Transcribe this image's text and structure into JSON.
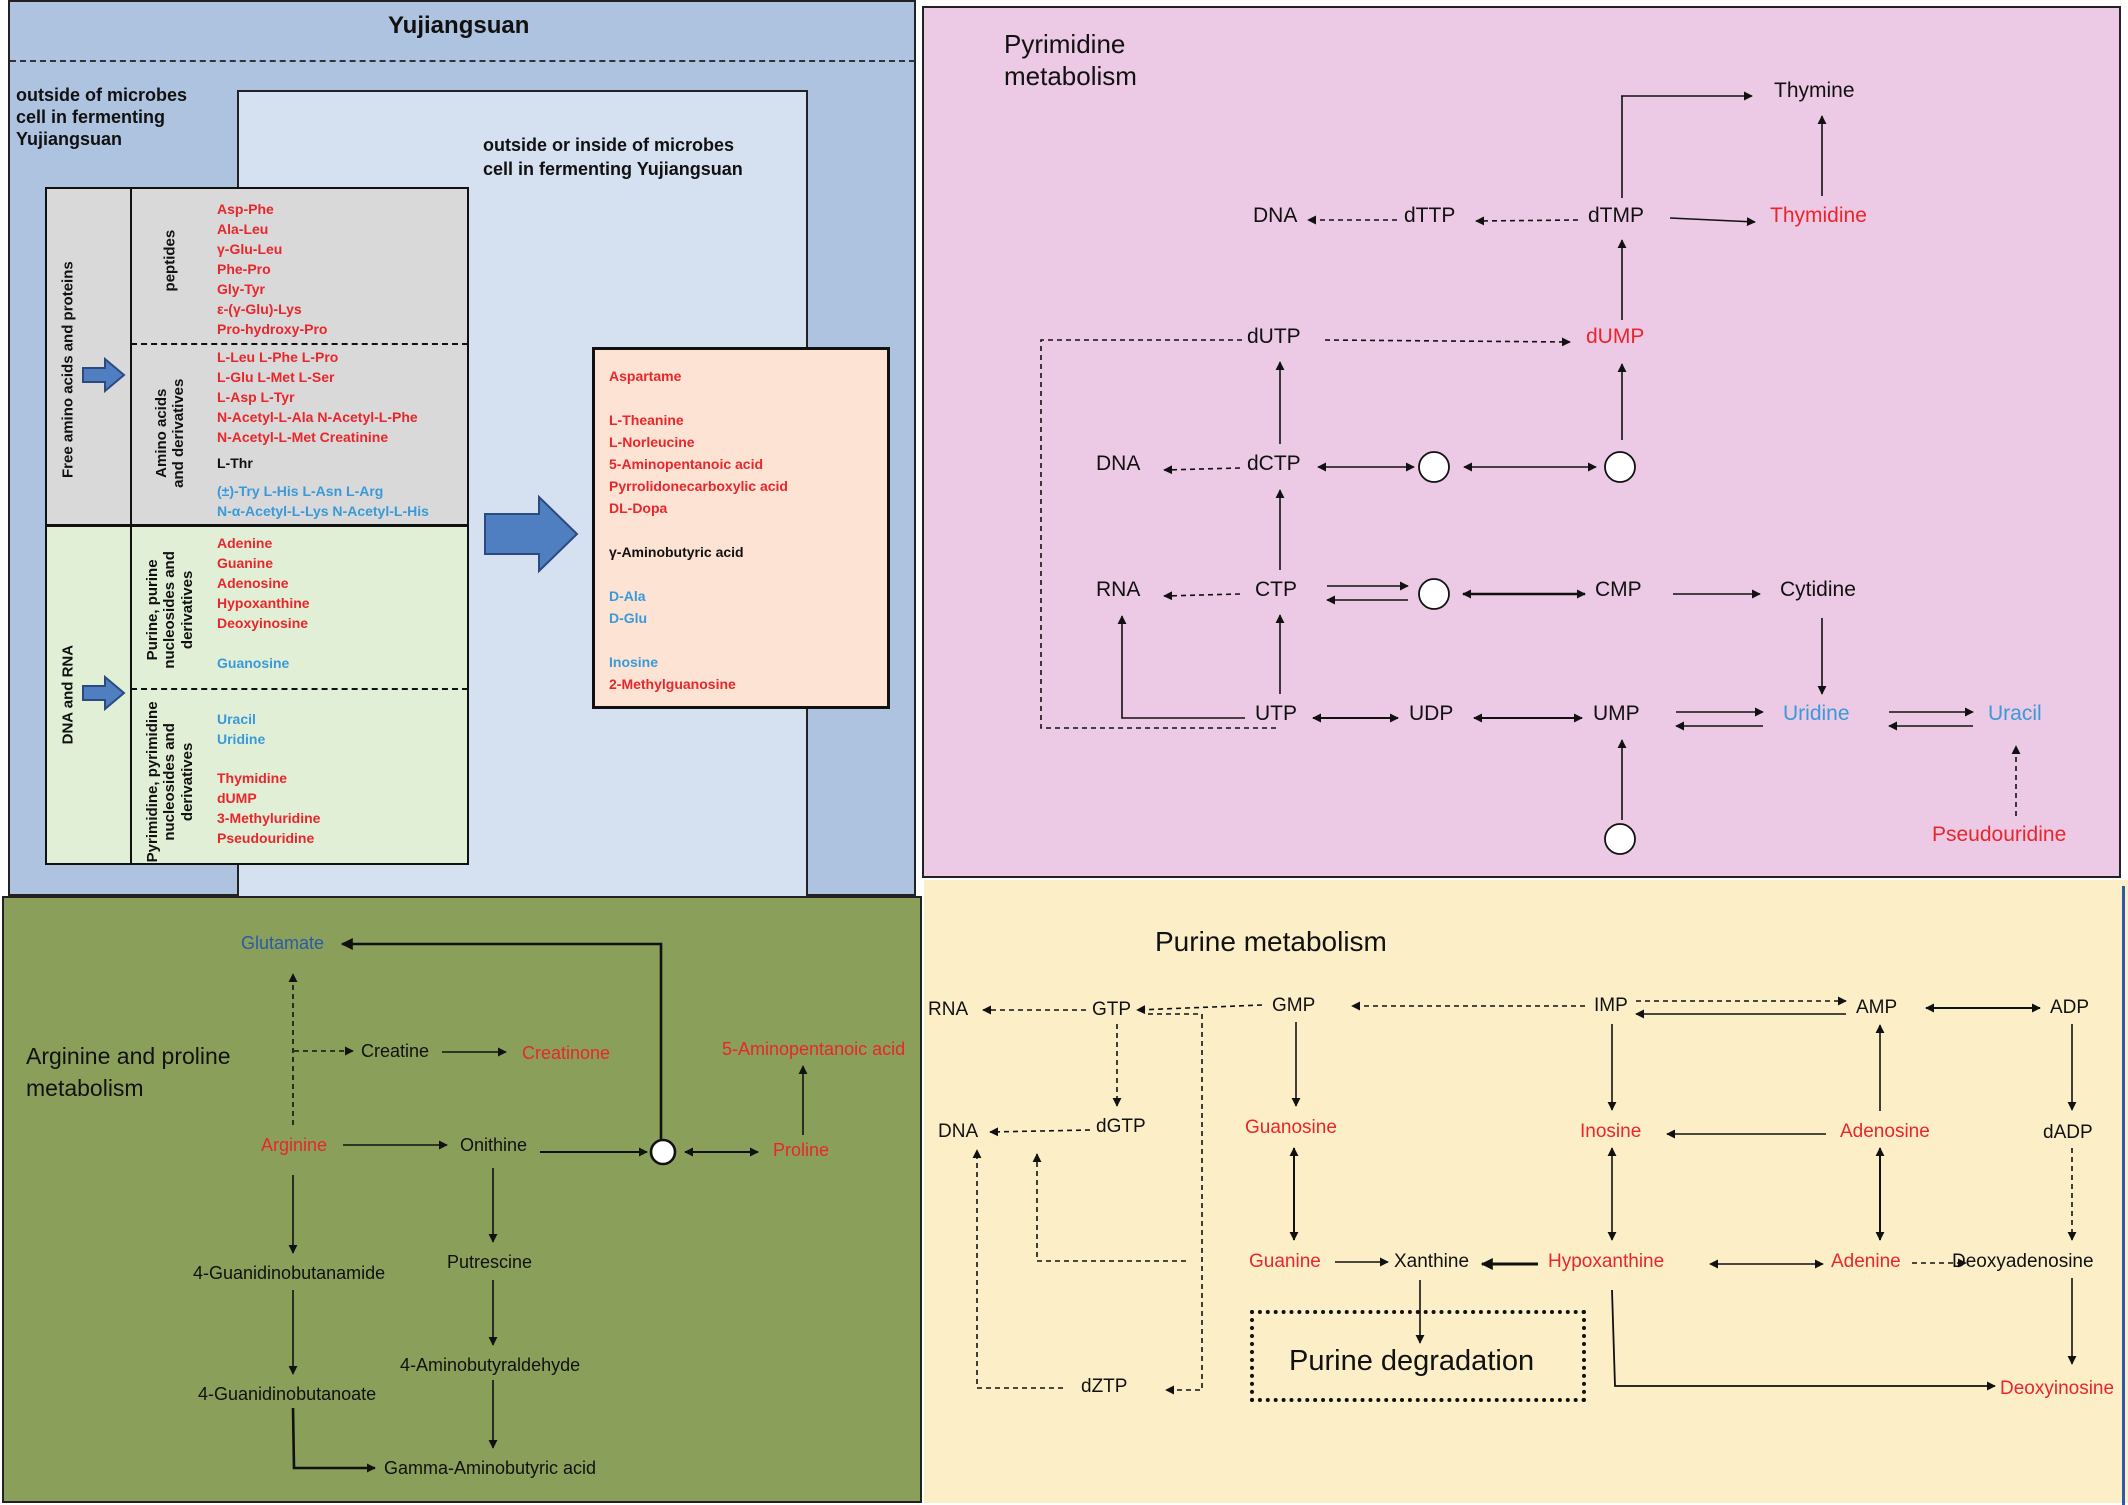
{
  "yuji": {
    "title": "Yujiangsuan",
    "outside_label": "outside of microbes\ncell in fermenting\nYujiangsuan",
    "inside_label": "outside or inside of microbes\ncell in fermenting Yujiangsuan",
    "group_protein": "Free amino acids and proteins",
    "group_dna": "DNA and RNA",
    "sub_peptides": "peptides",
    "sub_amino": "Amino acids\nand derivatives",
    "sub_purine": "Purine, purine\nnucleosides and\nderivatives",
    "sub_pyrimidine": "Pyrimidine, pyrimidine\nnucleosides and\nderivatives",
    "peptides": [
      "Asp-Phe",
      "Ala-Leu",
      "γ-Glu-Leu",
      "Phe-Pro",
      "Gly-Tyr",
      "ε-(γ-Glu)-Lys",
      "Pro-hydroxy-Pro"
    ],
    "amino_red": [
      "L-Leu   L-Phe   L-Pro",
      "L-Glu   L-Met   L-Ser",
      "L-Asp   L-Tyr",
      "N-Acetyl-L-Ala  N-Acetyl-L-Phe",
      "N-Acetyl-L-Met Creatinine"
    ],
    "amino_black": "L-Thr",
    "amino_blue": [
      "(±)-Try   L-His   L-Asn    L-Arg",
      "N-α-Acetyl-L-Lys     N-Acetyl-L-His"
    ],
    "purine_red": [
      "Adenine",
      "Guanine",
      "Adenosine",
      "Hypoxanthine",
      "Deoxyinosine"
    ],
    "purine_blue": "Guanosine",
    "pyr_blue": [
      "Uracil",
      "Uridine"
    ],
    "pyr_red": [
      "Thymidine",
      "dUMP",
      "3-Methyluridine",
      "Pseudouridine"
    ],
    "result_red1": "Aspartame",
    "result_red2": [
      "L-Theanine",
      "L-Norleucine",
      "5-Aminopentanoic acid",
      "Pyrrolidonecarboxylic acid",
      "DL-Dopa"
    ],
    "result_black": "γ-Aminobutyric acid",
    "result_blue": [
      "D-Ala",
      "D-Glu"
    ],
    "result_blue2": "Inosine",
    "result_red3": "2-Methylguanosine"
  },
  "pyrimidine": {
    "title": "Pyrimidine\nmetabolism",
    "nodes": {
      "thymine": "Thymine",
      "dna1": "DNA",
      "dttp": "dTTP",
      "dtmp": "dTMP",
      "thymidine": "Thymidine",
      "dutp": "dUTP",
      "dump": "dUMP",
      "dna2": "DNA",
      "dctp": "dCTP",
      "rna": "RNA",
      "ctp": "CTP",
      "cmp": "CMP",
      "cytidine": "Cytidine",
      "utp": "UTP",
      "udp": "UDP",
      "ump": "UMP",
      "uridine": "Uridine",
      "uracil": "Uracil",
      "pseudouridine": "Pseudouridine"
    }
  },
  "arginine": {
    "title": "Arginine and proline\nmetabolism",
    "nodes": {
      "glutamate": "Glutamate",
      "creatine": "Creatine",
      "creatinone": "Creatinone",
      "aminopentanoic": "5-Aminopentanoic acid",
      "arginine": "Arginine",
      "onithine": "Onithine",
      "proline": "Proline",
      "guanidinobutanamide": "4-Guanidinobutanamide",
      "putrescine": "Putrescine",
      "aminobutyraldehyde": "4-Aminobutyraldehyde",
      "guanidinobutanoate": "4-Guanidinobutanoate",
      "gaba": "Gamma-Aminobutyric acid"
    }
  },
  "purine": {
    "title": "Purine metabolism",
    "degradation": "Purine degradation",
    "nodes": {
      "rna": "RNA",
      "gtp": "GTP",
      "gmp": "GMP",
      "imp": "IMP",
      "amp": "AMP",
      "adp": "ADP",
      "dna": "DNA",
      "dgtp": "dGTP",
      "guanosine": "Guanosine",
      "inosine": "Inosine",
      "adenosine": "Adenosine",
      "dadp": "dADP",
      "guanine": "Guanine",
      "xanthine": "Xanthine",
      "hypoxanthine": "Hypoxanthine",
      "adenine": "Adenine",
      "deoxyadenosine": "Deoxyadenosine",
      "dztp": "dZTP",
      "deoxyinosine": "Deoxyinosine"
    }
  },
  "colors": {
    "yuji_outer": "#aec3e0",
    "yuji_inner": "#d5e0f1",
    "grey_box": "#d9d9d9",
    "green_box": "#e1efd6",
    "result_box": "#fce3d3",
    "pyrimidine_bg": "#ecc9e4",
    "arginine_bg": "#8aa05a",
    "purine_bg": "#fcefc8",
    "red": "#e8262b",
    "blue": "#3a9ad9"
  }
}
